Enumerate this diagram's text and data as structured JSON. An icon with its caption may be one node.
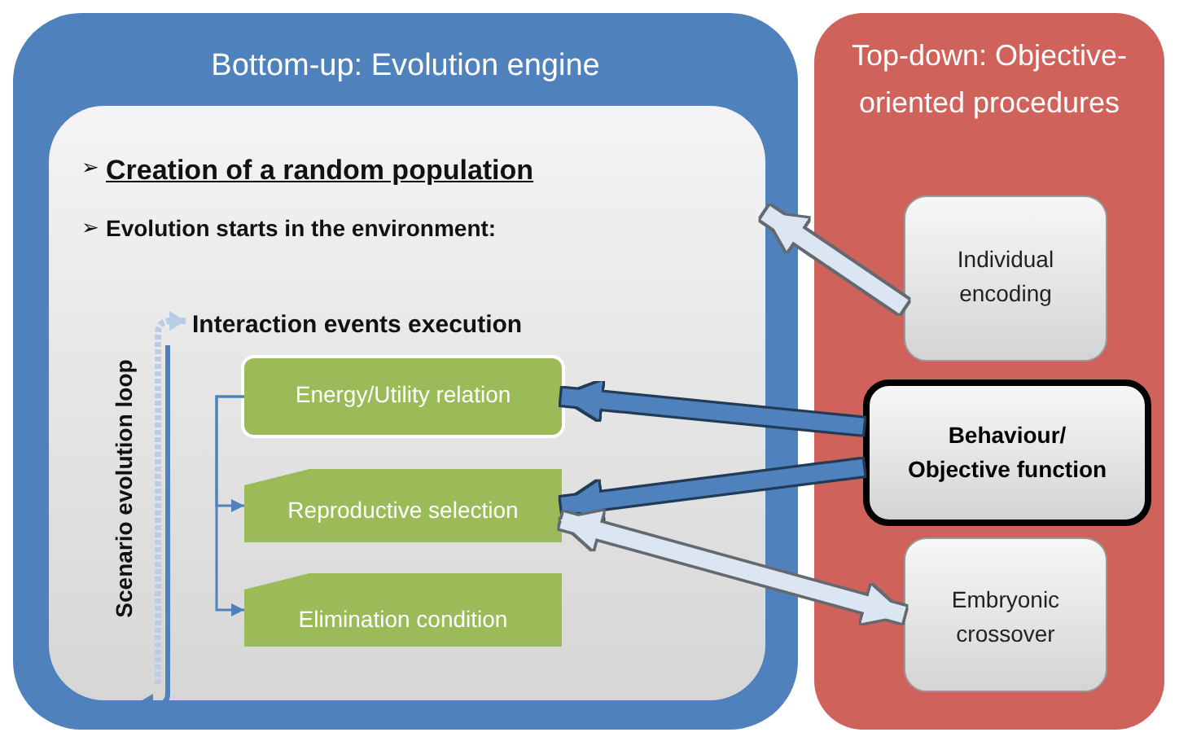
{
  "diagram": {
    "nodes": [
      {
        "text": [
          "Bottom-up: Evolution engine"
        ]
      },
      {
        "text": [
          "Creation of a random population",
          "Evolution starts in the environment:",
          "Interaction events execution"
        ],
        "in": 0
      },
      {
        "text": [
          "Energy/Utility relation"
        ],
        "in": 1
      },
      {
        "text": [
          "Reproductive selection"
        ],
        "in": 1
      },
      {
        "text": [
          "Elimination condition"
        ],
        "in": 1
      },
      {
        "text": [
          "Top-down: Objective-oriented procedures"
        ]
      },
      {
        "text": [
          "Individual encoding"
        ],
        "in": 5
      },
      {
        "text": [
          "Behaviour/ Objective function"
        ],
        "in": 5
      },
      {
        "text": [
          "Embryonic crossover"
        ],
        "in": 5
      }
    ],
    "edges": [
      {
        "from": 6,
        "to": 1,
        "arrow": "to",
        "color": "#dce6f2"
      },
      {
        "from": 7,
        "to": 2,
        "arrow": "to",
        "color": "#4f81bd"
      },
      {
        "from": 7,
        "to": 3,
        "arrow": "to",
        "color": "#4f81bd"
      },
      {
        "from": 3,
        "to": 8,
        "arrow": "both",
        "color": "#dce6f2"
      },
      {
        "from": 2,
        "to": 3,
        "arrow": "to",
        "color": "#4f81bd"
      },
      {
        "from": 2,
        "to": 4,
        "arrow": "to",
        "color": "#4f81bd"
      }
    ],
    "labels": [
      "➢",
      "➢",
      "Scenario evolution loop"
    ]
  }
}
